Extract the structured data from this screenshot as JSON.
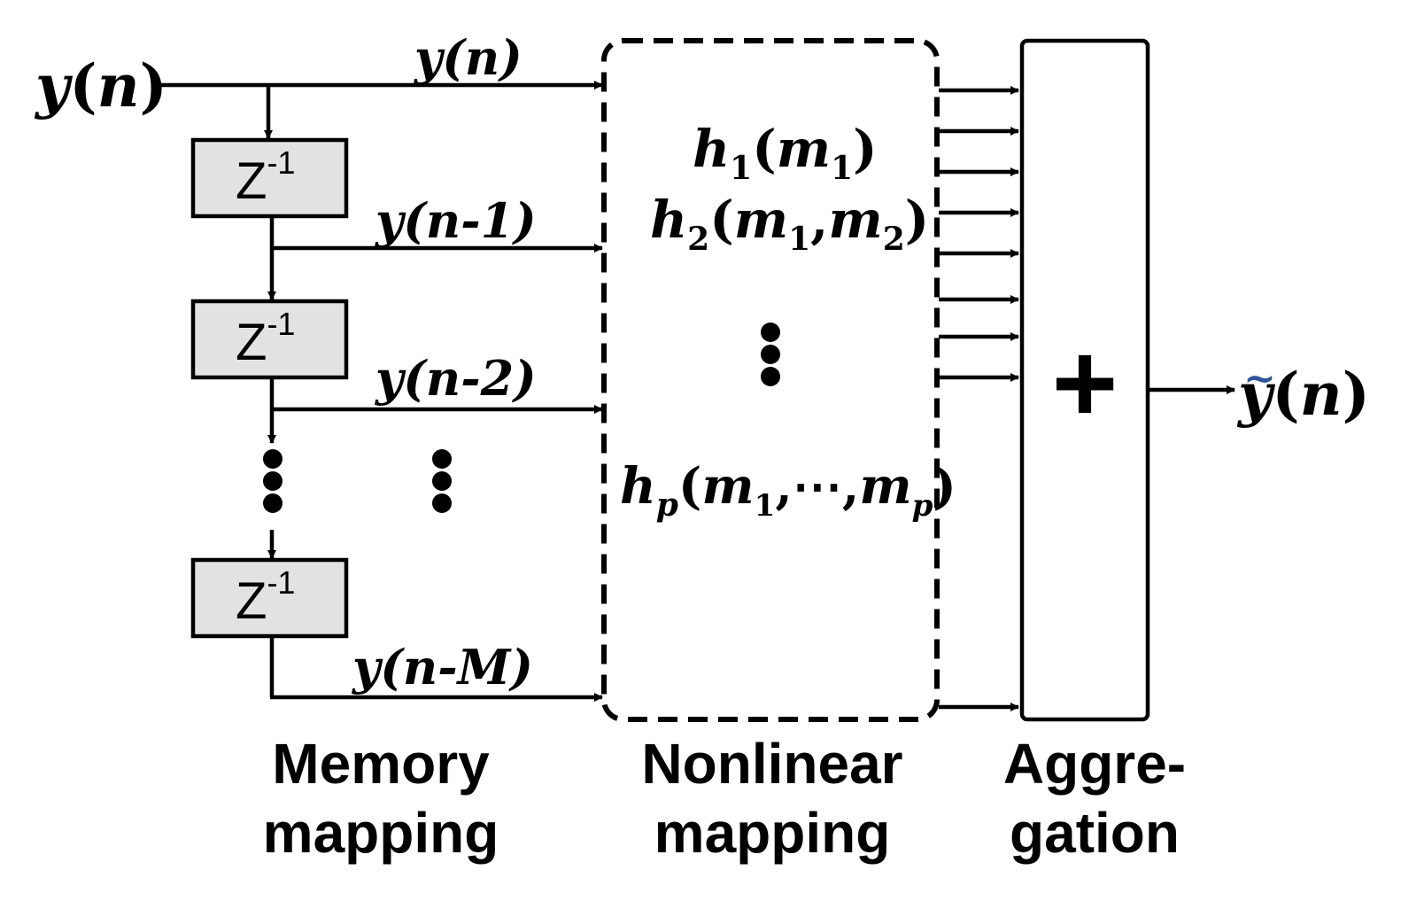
{
  "colors": {
    "accent": "#2e5597",
    "line": "#000000",
    "delay_fill": "#e2e2e2"
  },
  "input": {
    "sym": "y",
    "lp": "(",
    "arg": "n",
    "rp": ")"
  },
  "output": {
    "sym": "y",
    "tilde": "~",
    "lp": "(",
    "arg": "n",
    "rp": ")"
  },
  "taps": [
    {
      "text": "y(n)"
    },
    {
      "text": "y(n-1)"
    },
    {
      "text": "y(n-2)"
    },
    {
      "text": "y(n-M)"
    }
  ],
  "delays": [
    {
      "base": "Z",
      "exp": "-1"
    },
    {
      "base": "Z",
      "exp": "-1"
    },
    {
      "base": "Z",
      "exp": "-1"
    }
  ],
  "kernels": {
    "h1": {
      "h": "h",
      "sub": "1",
      "lp": "(",
      "m": "m",
      "msub": "1",
      "rp": ")"
    },
    "h2": {
      "h": "h",
      "sub": "2",
      "lp": "(",
      "m1": "m",
      "m1sub": "1",
      "comma": ",",
      "m2": "m",
      "m2sub": "2",
      "rp": ")"
    },
    "hp": {
      "h": "h",
      "sub": "p",
      "lp": "(",
      "m1": "m",
      "m1sub": "1",
      "comma1": ",",
      "cdots": "⋯",
      "comma2": ",",
      "mp": "m",
      "mpsub": "p",
      "rp": ")"
    }
  },
  "sum_symbol": "+",
  "captions": {
    "memory": [
      "Memory",
      "mapping"
    ],
    "nonlinear": [
      "Nonlinear",
      "mapping"
    ],
    "aggregation": [
      "Aggre-",
      "gation"
    ]
  }
}
